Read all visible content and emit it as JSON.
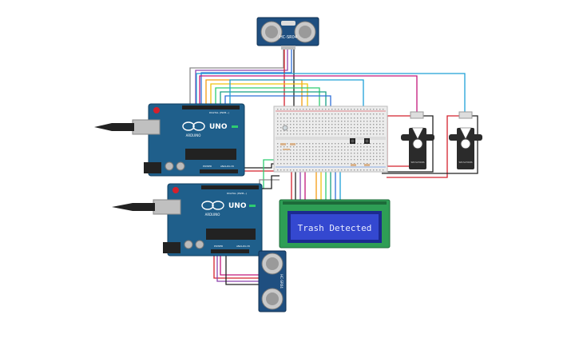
{
  "lcd": {
    "text": "Trash Detected"
  },
  "arduino_top": {
    "model": "UNO",
    "brand": "ARDUINO",
    "header_digital": "DIGITAL (PWM~)",
    "header_power": "POWER",
    "header_analog": "ANALOG IN"
  },
  "arduino_bottom": {
    "model": "UNO",
    "brand": "ARDUINO",
    "header_digital": "DIGITAL (PWM~)",
    "header_power": "POWER",
    "header_analog": "ANALOG IN"
  },
  "sensor_top": {
    "label": "HC-SR04"
  },
  "sensor_bottom": {
    "label": "HC-SR04"
  },
  "servo_left": {
    "label": "SM-S2309S"
  },
  "servo_right": {
    "label": "SM-S2309S"
  },
  "wire_colors": {
    "red": "#d4202c",
    "black": "#222222",
    "orange": "#f39c12",
    "yellow": "#f1c40f",
    "green": "#2ecc71",
    "blue": "#2f6fd8",
    "cyan": "#1ea0d8",
    "purple": "#8e44ad",
    "magenta": "#c2187b",
    "gray": "#8a8a8a",
    "teal": "#16a085"
  },
  "board_color": "#1f5f8b",
  "lcd_screen_color": "#3448d0"
}
